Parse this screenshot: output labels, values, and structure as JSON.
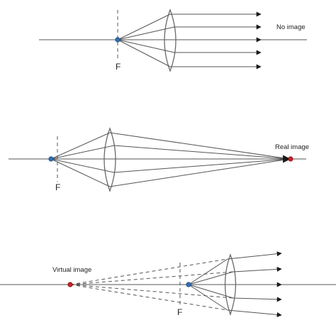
{
  "colors": {
    "line": "#555555",
    "arrow": "#1a1a1a",
    "lens": "#6a6a6a",
    "focal_point": "#2f6fb3",
    "image_point": "#cc2222"
  },
  "panels": [
    {
      "id": "panel-1",
      "focus_label": "F",
      "image_label": "No image"
    },
    {
      "id": "panel-2",
      "focus_label": "F",
      "image_label": "Real image"
    },
    {
      "id": "panel-3",
      "focus_label": "F",
      "image_label": "Virtual image"
    }
  ]
}
